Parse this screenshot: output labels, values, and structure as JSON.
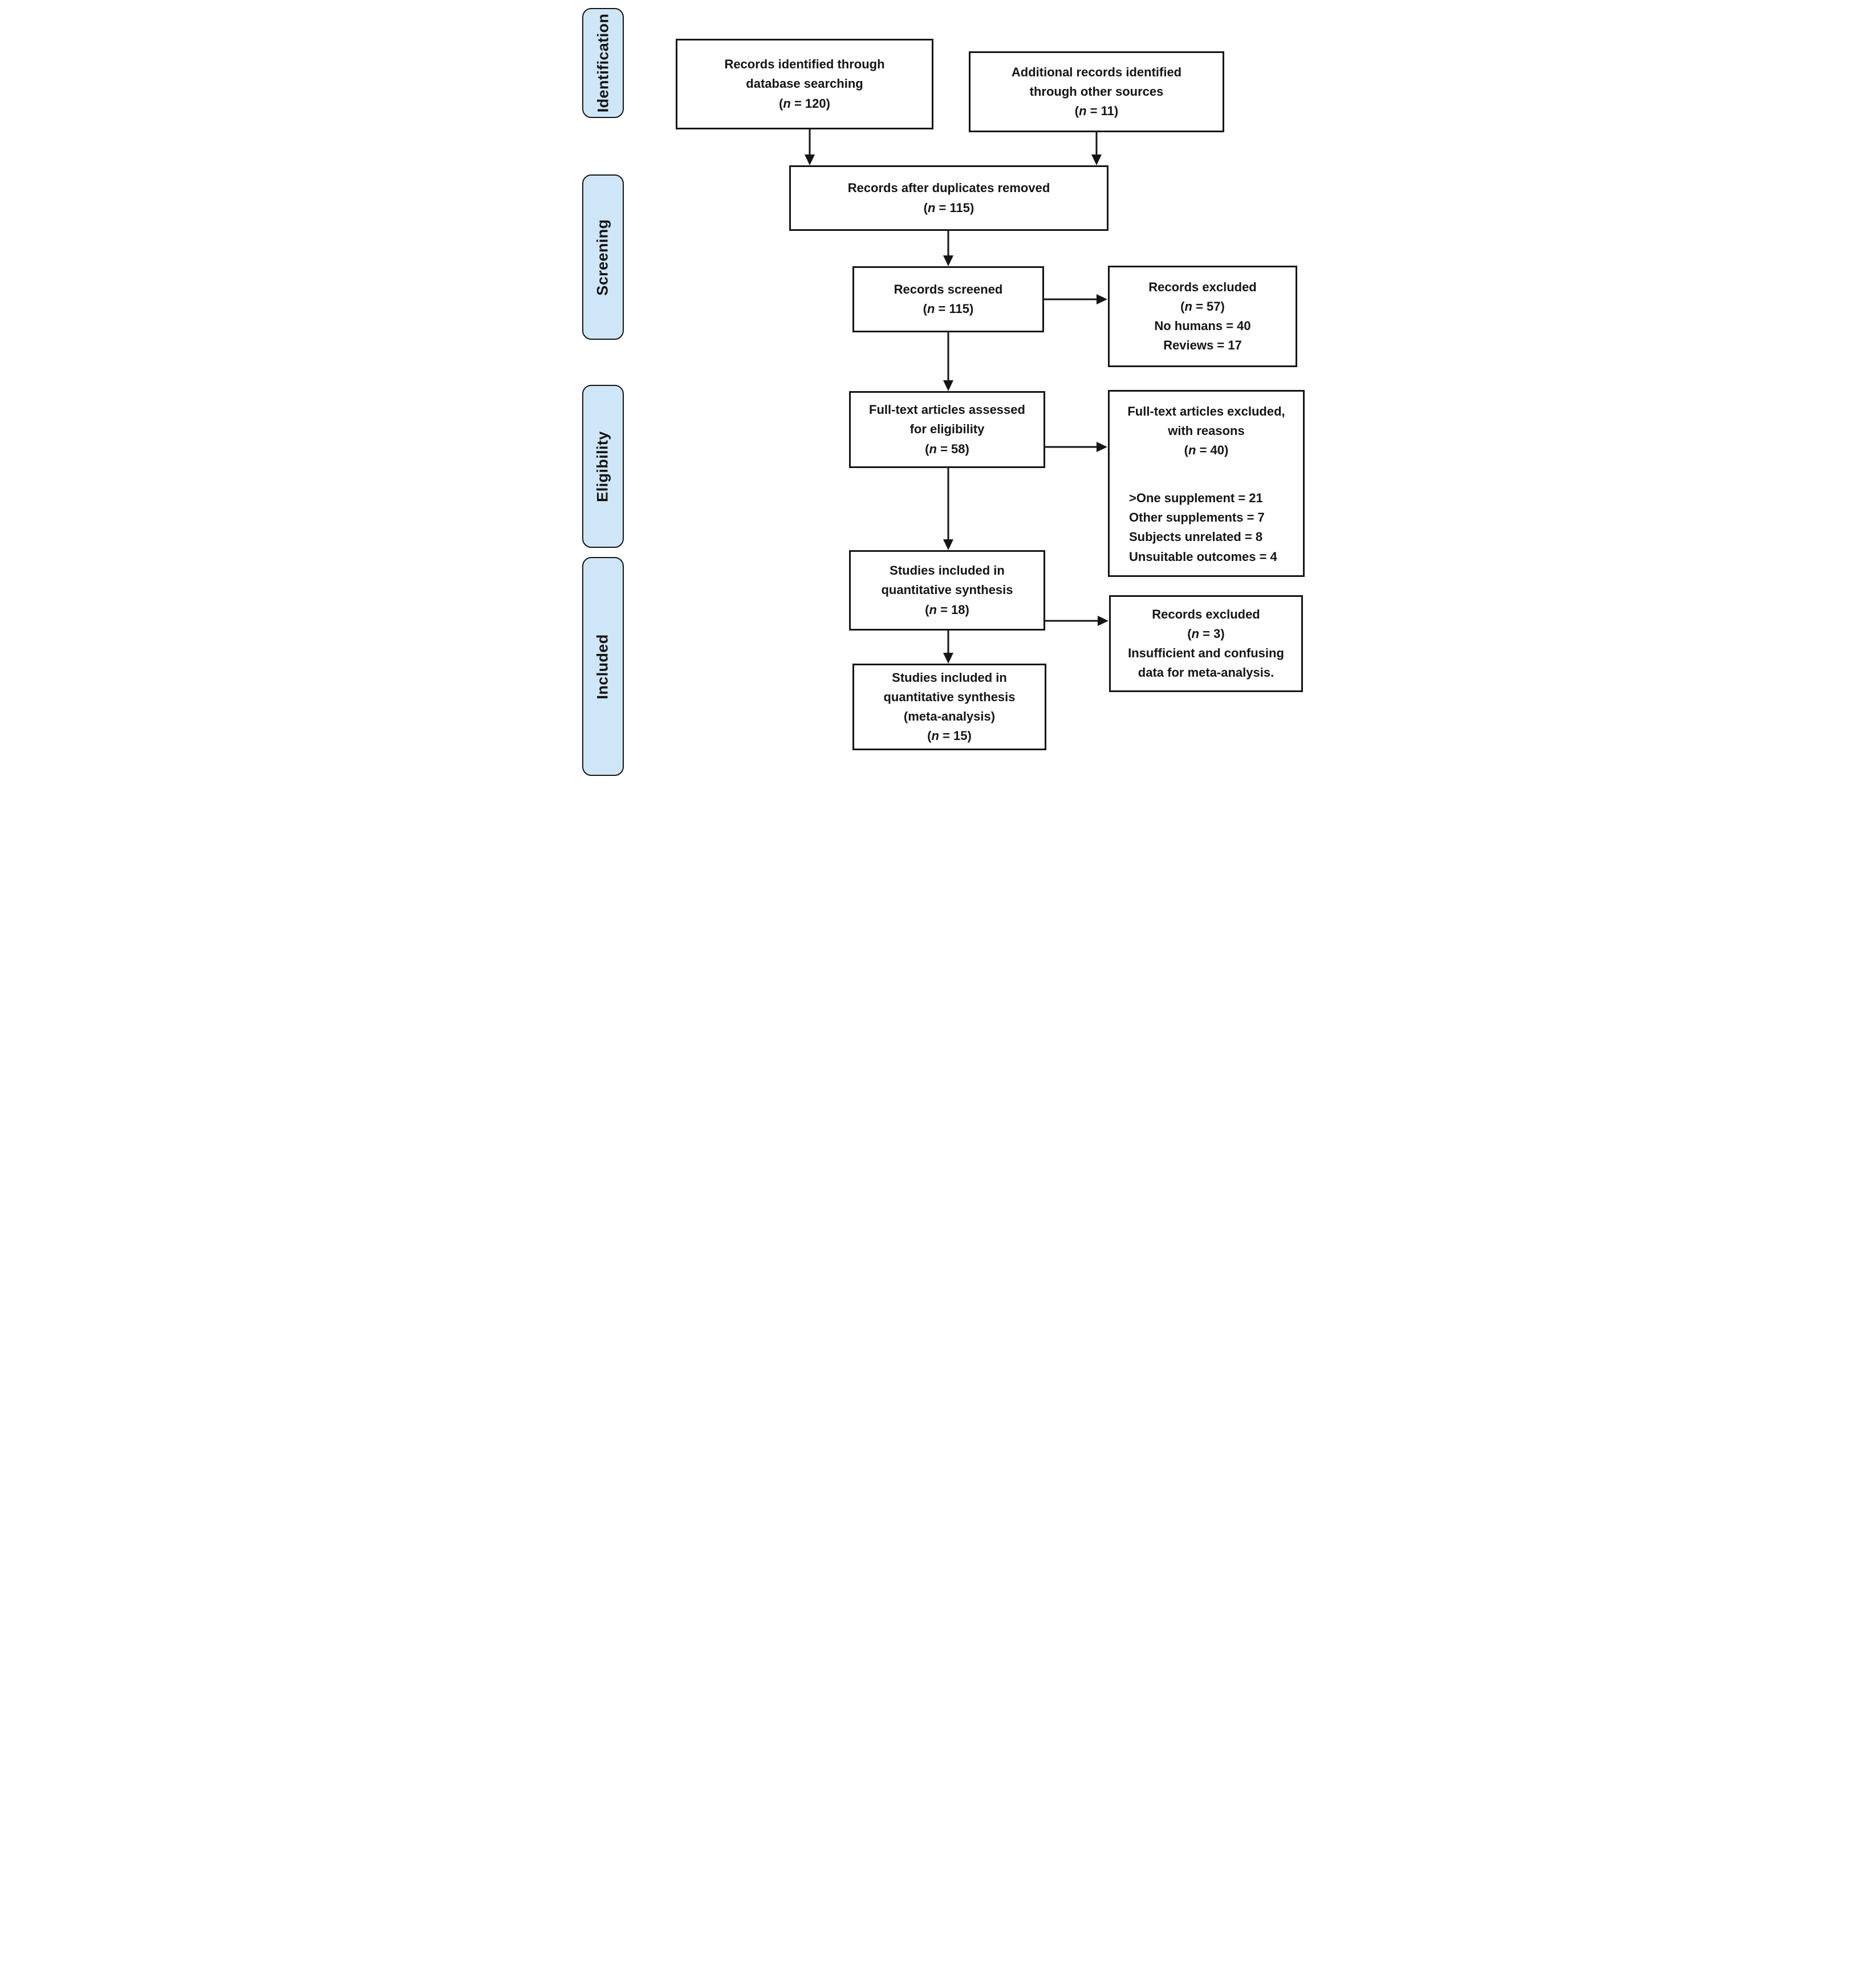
{
  "diagram": {
    "kind": "PRISMA flow diagram",
    "stages": [
      {
        "label": "Identification"
      },
      {
        "label": "Screening"
      },
      {
        "label": "Eligibility"
      },
      {
        "label": "Included"
      }
    ],
    "boxes": {
      "identified": {
        "lines": [
          "Records identified through",
          "database searching",
          "(n = 120)"
        ]
      },
      "additional": {
        "lines": [
          "Additional records identified",
          "through other sources",
          "(n = 11)"
        ]
      },
      "dedup": {
        "lines": [
          "Records after duplicates removed",
          "(n = 115)"
        ]
      },
      "screened": {
        "lines": [
          "Records screened",
          "(n = 115)"
        ]
      },
      "excluded_screening": {
        "lines": [
          "Records excluded",
          "(n = 57)",
          "No humans = 40",
          "Reviews = 17"
        ]
      },
      "fulltext": {
        "lines": [
          "Full-text articles assessed",
          "for eligibility",
          "(n = 58)"
        ]
      },
      "fulltext_excluded": {
        "header_lines": [
          "Full-text articles excluded,",
          "with reasons",
          "(n = 40)"
        ],
        "reason_lines": [
          ">One supplement = 21",
          "Other supplements = 7",
          "Subjects unrelated = 8",
          "Unsuitable outcomes = 4"
        ]
      },
      "quant": {
        "lines": [
          "Studies included in",
          "quantitative synthesis",
          "(n = 18)"
        ]
      },
      "excluded_meta": {
        "lines": [
          "Records excluded",
          "(n = 3)",
          "Insufficient and confusing",
          "data for meta-analysis."
        ]
      },
      "meta": {
        "lines": [
          "Studies included in",
          "quantitative synthesis",
          "(meta-analysis)",
          "(n = 15)"
        ]
      }
    },
    "colors": {
      "background": "#ffffff",
      "stage_fill": "#cfe6f8",
      "outline": "#151515",
      "text": "#151515",
      "arrow": "#151515",
      "box_fill": "#ffffff"
    }
  }
}
